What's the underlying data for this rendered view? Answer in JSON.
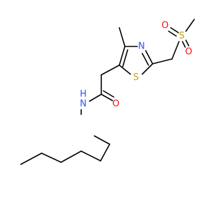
{
  "molecule": {
    "atoms": {
      "N": {
        "label": "N",
        "color": "#3050f8"
      },
      "H": {
        "label": "H",
        "color": "#3050f8"
      },
      "O_amide": {
        "label": "O",
        "color": "#ff0d0d"
      },
      "S_ring": {
        "label": "S",
        "color": "#c8a000"
      },
      "N_ring": {
        "label": "N",
        "color": "#3050f8"
      },
      "S_sulfonyl": {
        "label": "S",
        "color": "#c8a000"
      },
      "O_sulfonyl_1": {
        "label": "O",
        "color": "#ff0d0d"
      },
      "O_sulfonyl_2": {
        "label": "O",
        "color": "#ff0d0d"
      }
    },
    "bond_color": "#000000"
  }
}
